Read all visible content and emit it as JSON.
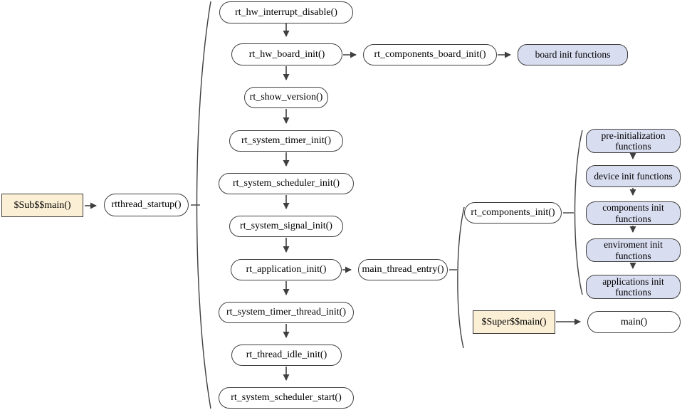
{
  "colors": {
    "box_fill_tan": "#FBEFD5",
    "box_fill_blue": "#D9DDF0",
    "box_fill_white": "#FFFFFF",
    "border": "#3F3F3F",
    "arrow": "#3F3F3F"
  },
  "nodes": {
    "sub_main": {
      "label": "$Sub$$main()"
    },
    "rtthread_startup": {
      "label": "rtthread_startup()"
    },
    "hw_interrupt_disable": {
      "label": "rt_hw_interrupt_disable()"
    },
    "hw_board_init": {
      "label": "rt_hw_board_init()"
    },
    "components_board_init": {
      "label": "rt_components_board_init()"
    },
    "board_init_functions": {
      "label": "board init functions"
    },
    "show_version": {
      "label": "rt_show_version()"
    },
    "system_timer_init": {
      "label": "rt_system_timer_init()"
    },
    "system_scheduler_init": {
      "label": "rt_system_scheduler_init()"
    },
    "system_signal_init": {
      "label": "rt_system_signal_init()"
    },
    "application_init": {
      "label": "rt_application_init()"
    },
    "main_thread_entry": {
      "label": "main_thread_entry()"
    },
    "system_timer_thread_init": {
      "label": "rt_system_timer_thread_init()"
    },
    "thread_idle_init": {
      "label": "rt_thread_idle_init()"
    },
    "system_scheduler_start": {
      "label": "rt_system_scheduler_start()"
    },
    "components_init": {
      "label": "rt_components_init()"
    },
    "pre_init_functions": {
      "label": "pre-initialization functions"
    },
    "device_init_functions": {
      "label": "device init functions"
    },
    "components_init_functions": {
      "label": "components init functions"
    },
    "environment_init_functions": {
      "label": "enviroment init functions"
    },
    "applications_init_functions": {
      "label": "applications init functions"
    },
    "super_main": {
      "label": "$Super$$main()"
    },
    "main": {
      "label": "main()"
    }
  }
}
